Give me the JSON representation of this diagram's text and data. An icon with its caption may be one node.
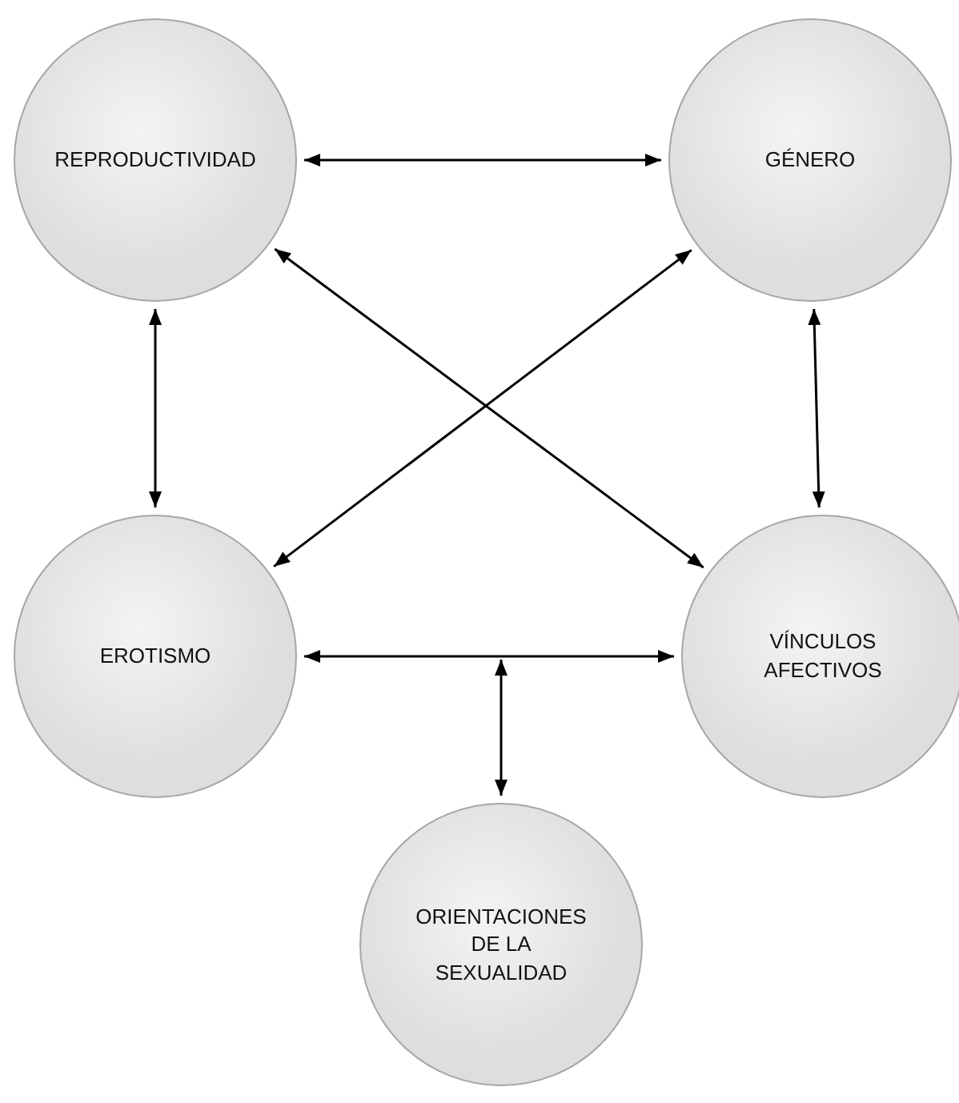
{
  "diagram": {
    "nodes": [
      {
        "text": [
          "REPRODUCTIVIDAD"
        ]
      },
      {
        "text": [
          "GÉNERO"
        ]
      },
      {
        "text": [
          "EROTISMO"
        ]
      },
      {
        "text": [
          "VÍNCULOS AFECTIVOS"
        ]
      },
      {
        "text": [
          "ORIENTACIONES DE LA SEXUALIDAD"
        ]
      }
    ],
    "edges": [
      {
        "from": 0,
        "to": 1,
        "arrow": "both"
      },
      {
        "from": 0,
        "to": 2,
        "arrow": "both"
      },
      {
        "from": 1,
        "to": 3,
        "arrow": "both"
      },
      {
        "from": 0,
        "to": 3,
        "arrow": "both"
      },
      {
        "from": 1,
        "to": 2,
        "arrow": "both"
      },
      {
        "from": 2,
        "to": 3,
        "arrow": "both"
      },
      {
        "from": null,
        "to": 4,
        "arrow": "both"
      }
    ]
  }
}
